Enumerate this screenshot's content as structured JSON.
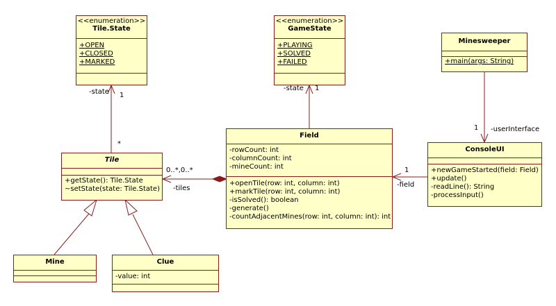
{
  "classes": {
    "tile_state": {
      "stereotype": "<<enumeration>>",
      "name": "Tile.State",
      "literals": [
        "+OPEN",
        "+CLOSED",
        "+MARKED"
      ]
    },
    "game_state": {
      "stereotype": "<<enumeration>>",
      "name": "GameState",
      "literals": [
        "+PLAYING",
        "+SOLVED",
        "+FAILED"
      ]
    },
    "minesweeper": {
      "name": "Minesweeper",
      "operations": [
        "+main(args: String)"
      ]
    },
    "field": {
      "name": "Field",
      "attributes": [
        "-rowCount: int",
        "-columnCount: int",
        "-mineCount: int"
      ],
      "operations": [
        "+openTile(row: int, column: int)",
        "+markTile(row: int, column: int)",
        "-isSolved(): boolean",
        "-generate()",
        "-countAdjacentMines(row: int, column: int): int"
      ]
    },
    "tile": {
      "name": "Tile",
      "operations": [
        "+getState(): Tile.State",
        "~setState(state: Tile.State)"
      ]
    },
    "console_ui": {
      "name": "ConsoleUI",
      "operations": [
        "+newGameStarted(field: Field)",
        "+update()",
        "-readLine(): String",
        "-processInput()"
      ]
    },
    "mine": {
      "name": "Mine"
    },
    "clue": {
      "name": "Clue",
      "attributes": [
        "-value: int"
      ]
    }
  },
  "labels": {
    "tile_state_role": "-state",
    "tile_state_mult": "1",
    "tile_star": "*",
    "game_state_role": "-state",
    "game_state_mult": "1",
    "tiles_mult": "0..*,0..*",
    "tiles_role": "-tiles",
    "field_mult": "1",
    "field_role": "-field",
    "ui_mult": "1",
    "ui_role": "-userInterface"
  }
}
